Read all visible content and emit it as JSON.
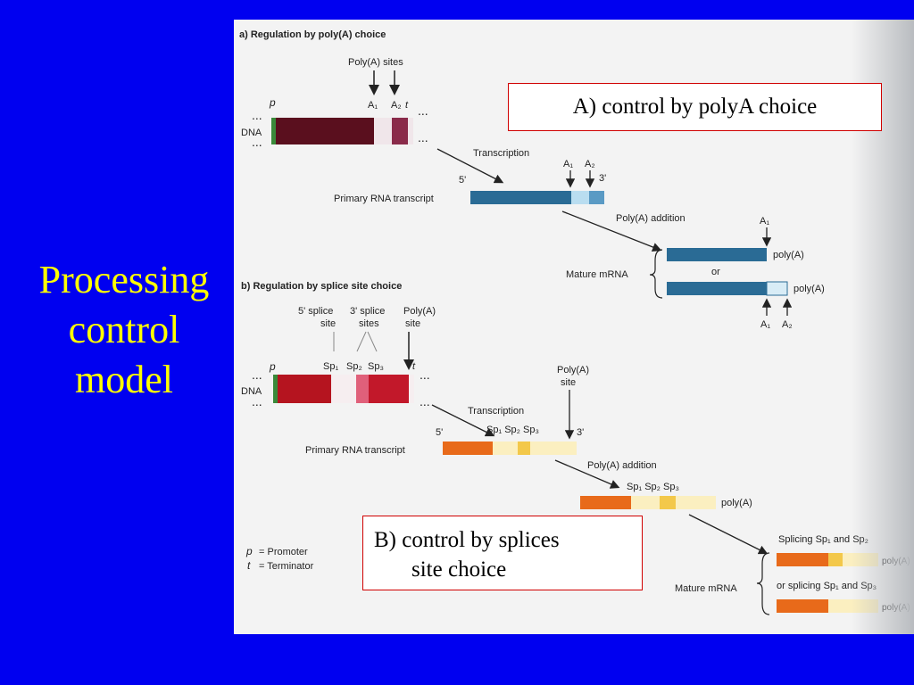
{
  "slide": {
    "title_lines": [
      "Processing",
      "control",
      "model"
    ],
    "background_color": "#0000f0",
    "title_color": "#ffff00"
  },
  "callouts": {
    "a": "A) control by polyA choice",
    "b_line1": "B) control by splices",
    "b_line2": "site choice"
  },
  "figure": {
    "panel_a": {
      "heading": "a)   Regulation by poly(A) choice",
      "polya_sites_label": "Poly(A) sites",
      "dna_label": "DNA",
      "promoter_mark": "p",
      "terminator_mark": "t",
      "a1": "A₁",
      "a2": "A₂",
      "transcription_label": "Transcription",
      "five_prime": "5'",
      "three_prime": "3'",
      "primary_label": "Primary RNA transcript",
      "polya_addition_label": "Poly(A) addition",
      "mature_label": "Mature mRNA",
      "or_label": "or",
      "polya_tail": "poly(A)"
    },
    "panel_b": {
      "heading": "b)   Regulation by splice site choice",
      "five_splice_label": [
        "5' splice",
        "site"
      ],
      "three_splice_label": [
        "3' splice",
        "sites"
      ],
      "polya_site_label": [
        "Poly(A)",
        "site"
      ],
      "sp1": "Sp₁",
      "sp2": "Sp₂",
      "sp3": "Sp₃",
      "sp_row": "Sp₁ Sp₂ Sp₃",
      "dna_label": "DNA",
      "transcription_label": "Transcription",
      "polya_site_label2": [
        "Poly(A)",
        "site"
      ],
      "five_prime": "5'",
      "three_prime": "3'",
      "primary_label": "Primary RNA transcript",
      "polya_addition_label": "Poly(A) addition",
      "polya_tail": "poly(A)",
      "splicing_1": "Splicing Sp₁ and Sp₂",
      "splicing_2": "or splicing Sp₁ and Sp₃",
      "mature_label": "Mature mRNA"
    },
    "legend": {
      "promoter": "= Promoter",
      "terminator": "= Terminator",
      "p": "p",
      "t": "t"
    },
    "colors": {
      "dna_a": "#6a1020",
      "rna_a": "#2a6b95",
      "dna_b": "#b5141f",
      "rna_b_orange": "#e86a1a",
      "rna_b_yellow": "#f3c84a"
    }
  }
}
